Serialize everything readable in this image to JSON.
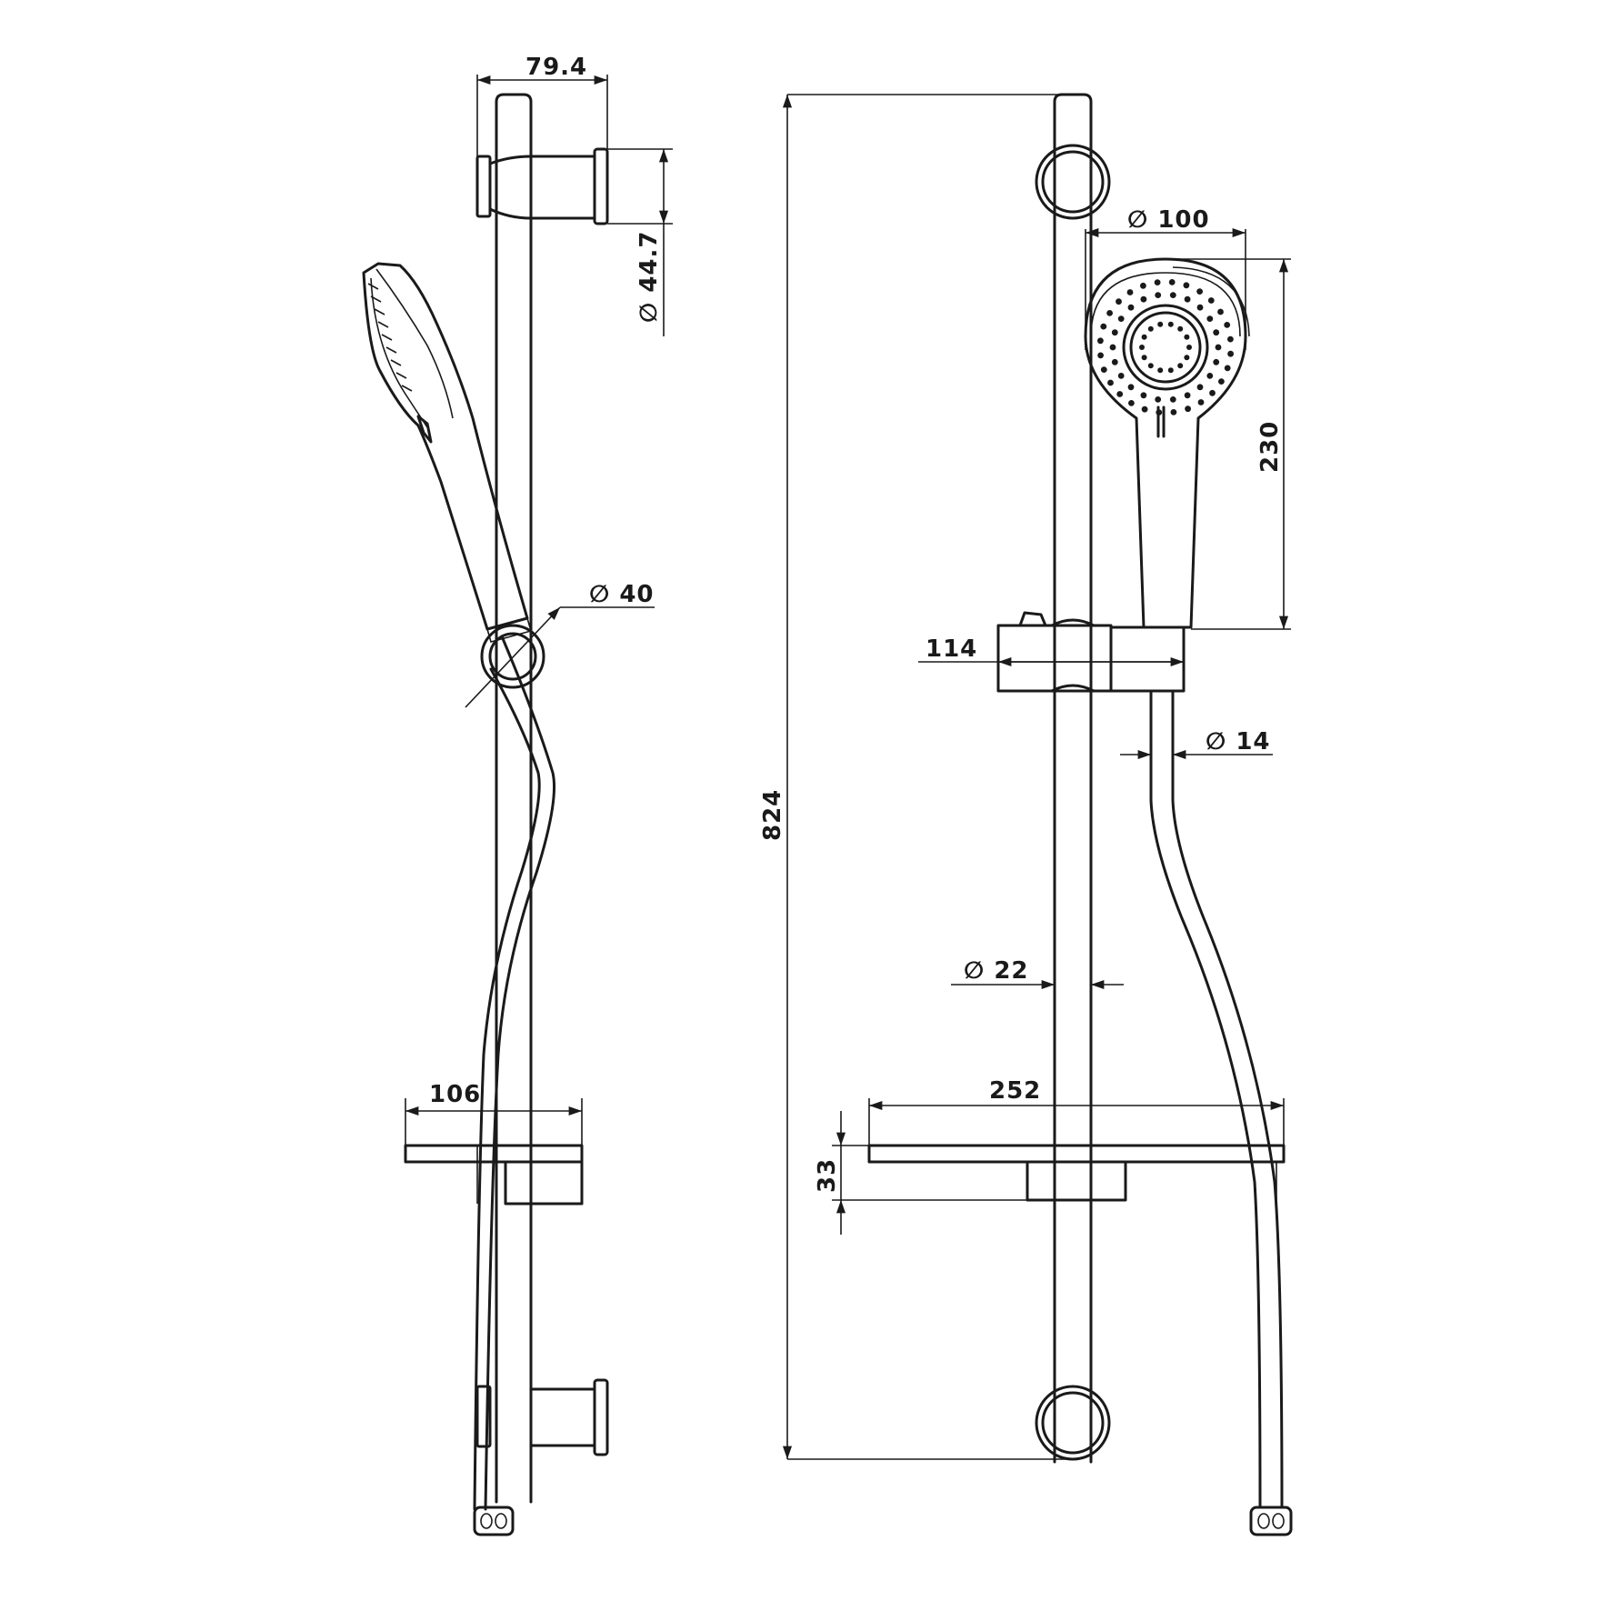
{
  "side_view": {
    "dim_bracket_depth": "79.4",
    "dim_bracket_diameter": "∅ 44.7",
    "dim_holder_diameter": "∅ 40",
    "dim_soap_dish_width": "106"
  },
  "front_view": {
    "dim_overall_height": "824",
    "dim_head_diameter": "∅ 100",
    "dim_handset_length": "230",
    "dim_slider_width": "114",
    "dim_hose_diameter": "∅ 14",
    "dim_rail_diameter": "∅ 22",
    "dim_dish_width": "252",
    "dim_dish_height": "33"
  },
  "colors": {
    "line": "#1a1a1a",
    "background": "#ffffff"
  }
}
